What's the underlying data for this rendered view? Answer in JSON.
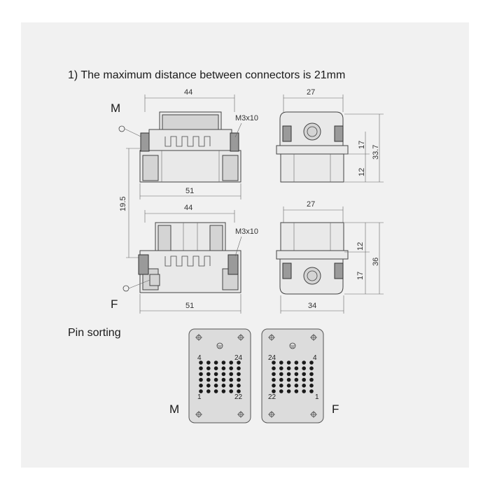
{
  "heading": "1) The maximum distance between connectors is 21mm",
  "section_pin": "Pin sorting",
  "labels": {
    "male": "M",
    "female": "F"
  },
  "dims": {
    "top_width": "44",
    "top_base": "51",
    "bottom_width": "44",
    "bottom_base": "51",
    "screw_top": "M3x10",
    "screw_bottom": "M3x10",
    "gap": "19.5",
    "side_top_width": "27",
    "side_top_17": "17",
    "side_top_12": "12",
    "side_top_total": "33.7",
    "side_bottom_width": "27",
    "side_bottom_12": "12",
    "side_bottom_17": "17",
    "side_bottom_total": "36",
    "side_bottom_base": "34"
  },
  "pins": {
    "male": {
      "tl": "4",
      "tr": "24",
      "bl": "1",
      "br": "22"
    },
    "female": {
      "tl": "24",
      "tr": "4",
      "bl": "22",
      "br": "1"
    }
  }
}
